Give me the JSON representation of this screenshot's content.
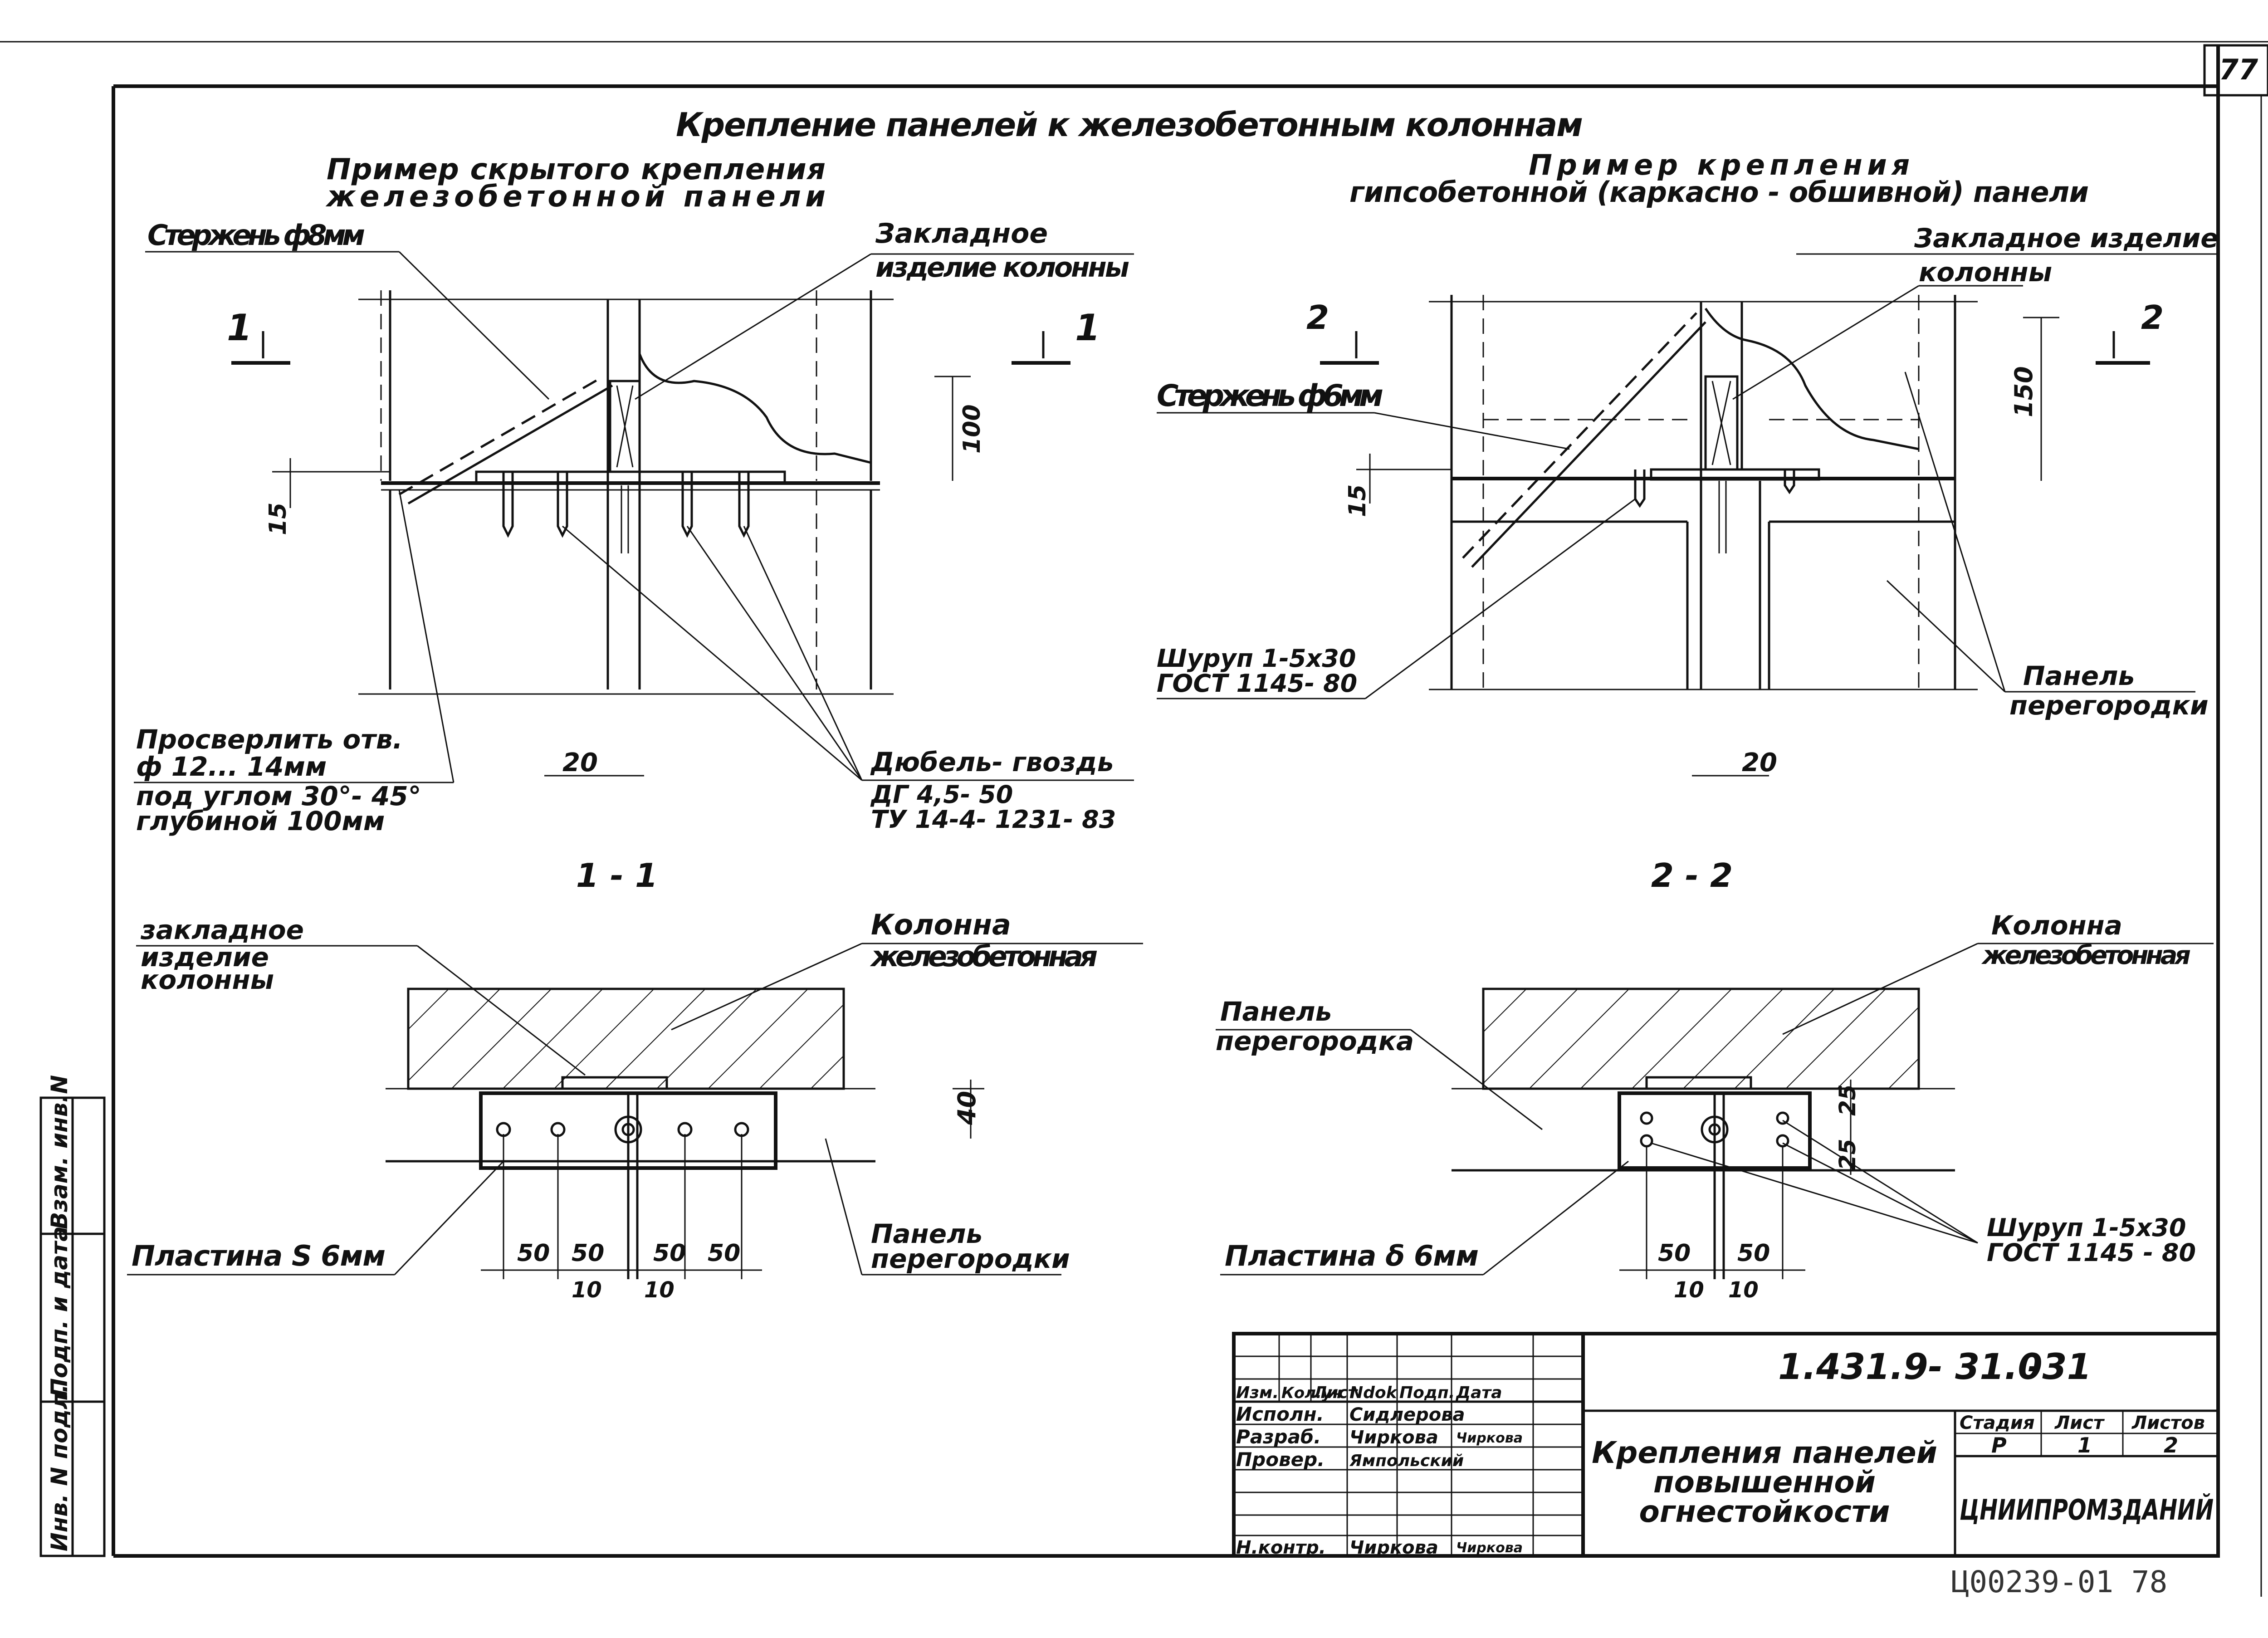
{
  "sheet": {
    "sheet_number": "77",
    "title": "Крепление панелей к железобетонным колоннам",
    "stamp_bottom": "Ц00239-01 78"
  },
  "left_view": {
    "title_line1": "Пример скрытого крепления",
    "title_line2": "железобетонной панели",
    "rod_label": "Стержень ф8мм",
    "embed_line1": "Закладное",
    "embed_line2": "изделие колонны",
    "section_mark": "1",
    "dim_100": "100",
    "dim_15": "15",
    "dim_20": "20",
    "drill_line1": "Просверлить отв.",
    "drill_line2": "ф 12... 14мм",
    "drill_line3": "под углом 30°- 45°",
    "drill_line4": "глубиной 100мм",
    "dowel_line1": "Дюбель- гвоздь",
    "dowel_line2": "ДГ 4,5- 50",
    "dowel_line3": "ТУ 14-4- 1231- 83"
  },
  "right_view": {
    "title_line1": "Пример крепления",
    "title_line2": "гипсобетонной (каркасно - обшивной) панели",
    "embed_line1": "Закладное изделие",
    "embed_line2": "колонны",
    "section_mark": "2",
    "rod_label": "Стержень ф6мм",
    "dim_150": "150",
    "dim_15": "15",
    "dim_20": "20",
    "screw_line1": "Шуруп 1-5х30",
    "screw_line2": "ГОСТ 1145- 80",
    "panel_line1": "Панель",
    "panel_line2": "перегородки"
  },
  "section_1": {
    "title": "1 - 1",
    "embed_line1": "закладное",
    "embed_line2": "изделие",
    "embed_line3": "колонны",
    "column_line1": "Колонна",
    "column_line2": "железобетонная",
    "dim_40": "40",
    "plate_label": "Пластина S 6мм",
    "panel_line1": "Панель",
    "panel_line2": "перегородки",
    "dims_50": [
      "50",
      "50",
      "50",
      "50"
    ],
    "dims_10": [
      "10",
      "10"
    ]
  },
  "section_2": {
    "title": "2 - 2",
    "column_line1": "Колонна",
    "column_line2": "железобетонная",
    "panel_line1": "Панель",
    "panel_line2": "перегородка",
    "dim_25a": "25",
    "dim_25b": "25",
    "plate_label": "Пластина δ 6мм",
    "screw_line1": "Шуруп 1-5х30",
    "screw_line2": "ГОСТ 1145 - 80",
    "dims_50": [
      "50",
      "50"
    ],
    "dims_10": [
      "10",
      "10"
    ]
  },
  "title_block": {
    "doc_code": "1.431.9- 31.0",
    "sheet_suffix": "-31",
    "headers": [
      "Изм.",
      "Кол.уч",
      "Лист",
      "Ndok",
      "Подп.",
      "Дата"
    ],
    "rows": [
      {
        "role": "Исполн.",
        "name": "Сидлерова"
      },
      {
        "role": "Разраб.",
        "name": "Чиркова"
      },
      {
        "role": "Провер.",
        "name": "Ямпольский"
      },
      {
        "role": "Н.контр.",
        "name": "Чиркова"
      }
    ],
    "signatures": [
      "Чиркова",
      "Чиркова"
    ],
    "drawing_title_line1": "Крепления панелей",
    "drawing_title_line2": "повышенной",
    "drawing_title_line3": "огнестойкости",
    "stage_header": "Стадия",
    "sheet_header": "Лист",
    "sheets_header": "Листов",
    "stage_value": "Р",
    "sheet_value": "1",
    "sheets_value": "2",
    "organization": "ЦНИИПРОМЗДАНИЙ"
  },
  "left_strip": {
    "labels": [
      "Инв. N подл.",
      "Подп. и дата",
      "Взам. инв.N"
    ]
  }
}
